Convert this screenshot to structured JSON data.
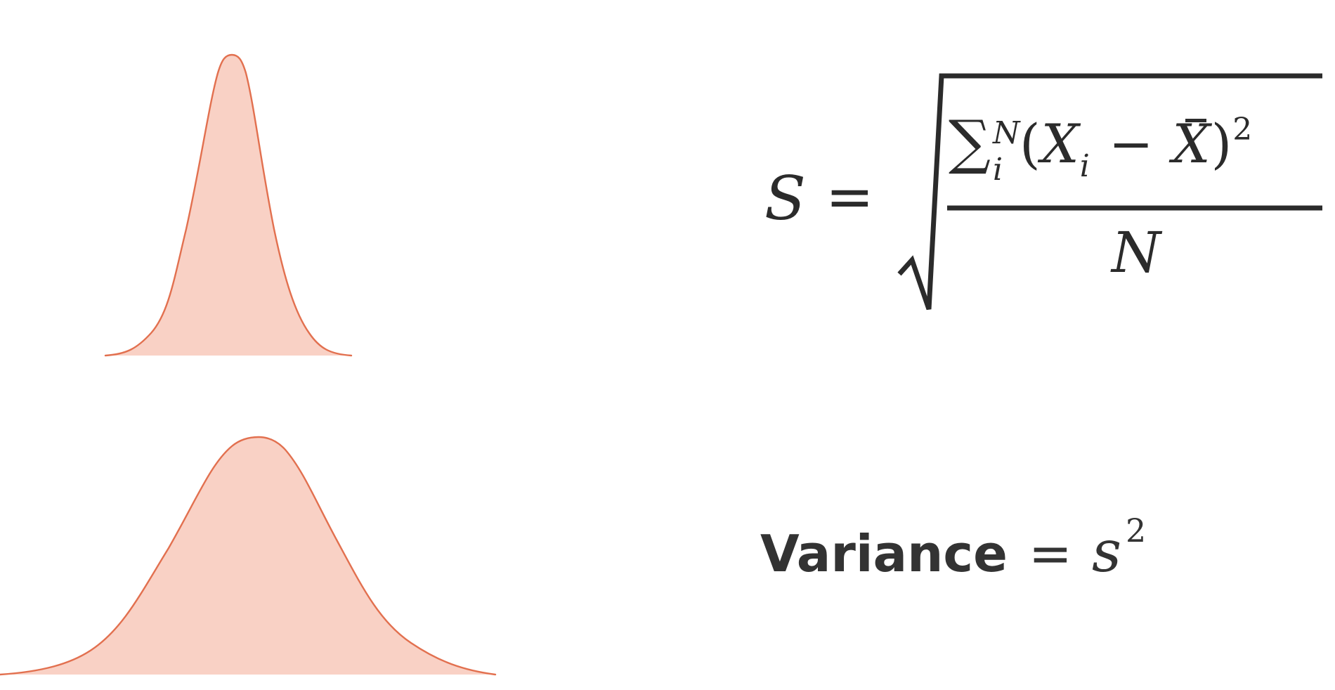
{
  "distributions": [
    {
      "label": "narrow",
      "fill_color": "#f9d1c5",
      "stroke_color": "#e2704f"
    },
    {
      "label": "wide",
      "fill_color": "#f9d1c5",
      "stroke_color": "#e2704f"
    }
  ],
  "std_formula": {
    "lhs": "S",
    "equals": "=",
    "sum_symbol": "∑",
    "sum_upper": "N",
    "sum_lower": "i",
    "open_paren": "(",
    "x_var": "X",
    "x_sub": "i",
    "minus": "−",
    "x_mean": "X",
    "close_paren": ")",
    "power": "2",
    "denominator": "N"
  },
  "variance_formula": {
    "word": "Variance",
    "equals": "=",
    "symbol": "s",
    "power": "2"
  }
}
